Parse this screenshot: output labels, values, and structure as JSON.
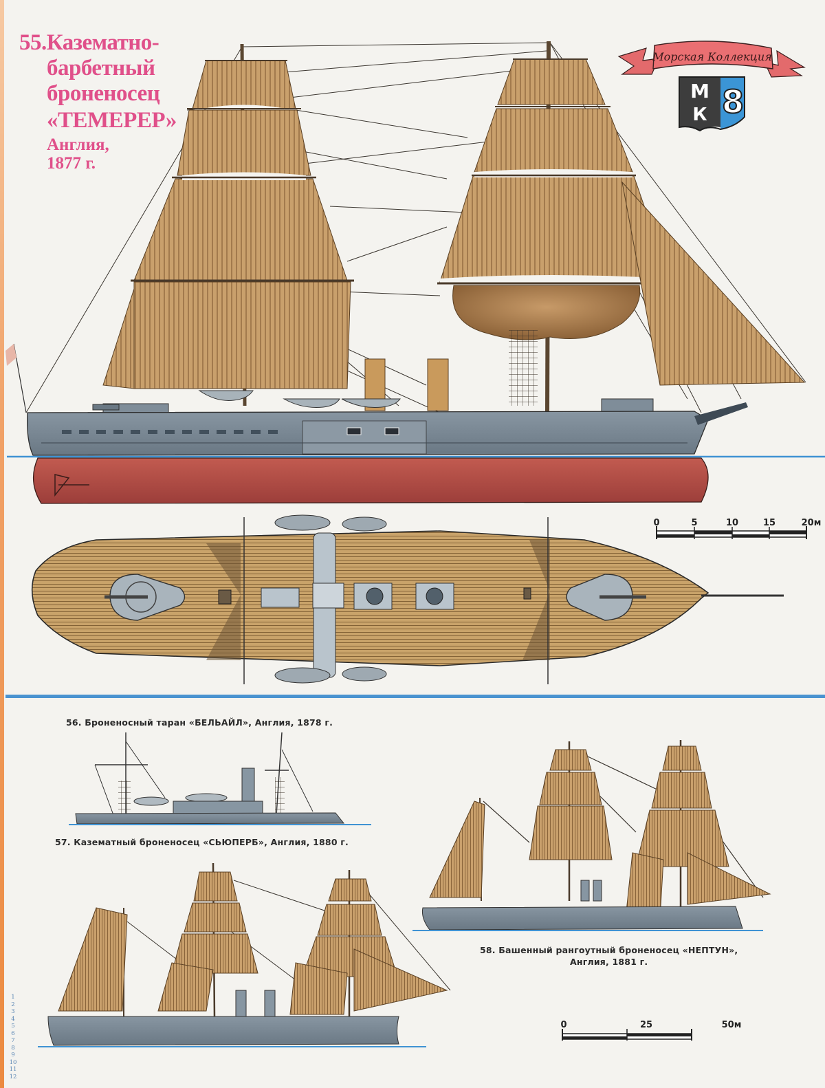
{
  "page": {
    "edge_color": "#ec8a40",
    "divider_color": "#4a93d0"
  },
  "main_title": {
    "number": "55.",
    "line1": "Казематно-",
    "line2": "барбетный",
    "line3": "броненосец",
    "ship_name": "«ТЕМЕРЕР»",
    "country": "Англия,",
    "year": "1877 г.",
    "color": "#e0508a"
  },
  "logo": {
    "ribbon_text": "Морская Коллекция",
    "shield_left_top": "М",
    "shield_left_bottom": "К",
    "issue_number": "8",
    "ribbon_color": "#e8646a",
    "shield_dark": "#3d3d3d",
    "shield_blue": "#3b95d6"
  },
  "scale_top": {
    "ticks": [
      "0",
      "5",
      "10",
      "15",
      "20м"
    ]
  },
  "scale_bottom": {
    "ticks": [
      "0",
      "25",
      "50м"
    ]
  },
  "captions": {
    "ship56": "56. Броненосный таран «БЕЛЬАЙЛ», Англия, 1878 г.",
    "ship57": "57. Казематный броненосец «СЬЮПЕРБ», Англия, 1880 г.",
    "ship58_line1": "58. Башенный рангоутный броненосец «НЕПТУН»,",
    "ship58_line2": "Англия, 1881 г."
  },
  "illustrations": {
    "temeraire_side": "Temeraire side profile",
    "temeraire_plan": "Temeraire deck plan",
    "belleisle": "Belleisle profile",
    "superb": "Superb profile",
    "neptune": "Neptune profile"
  },
  "colors": {
    "sail": "#c49a67",
    "sail_dark": "#8a6238",
    "hull_grey": "#7f8d99",
    "hull_dark": "#5d6a76",
    "hull_red": "#b8504a",
    "deck_wood": "#c8a066",
    "water": "#3f92d3",
    "funnel": "#c99a5c"
  },
  "line_numbers": [
    "1",
    "2",
    "3",
    "4",
    "5",
    "6",
    "7",
    "8",
    "9",
    "10",
    "11",
    "12"
  ]
}
